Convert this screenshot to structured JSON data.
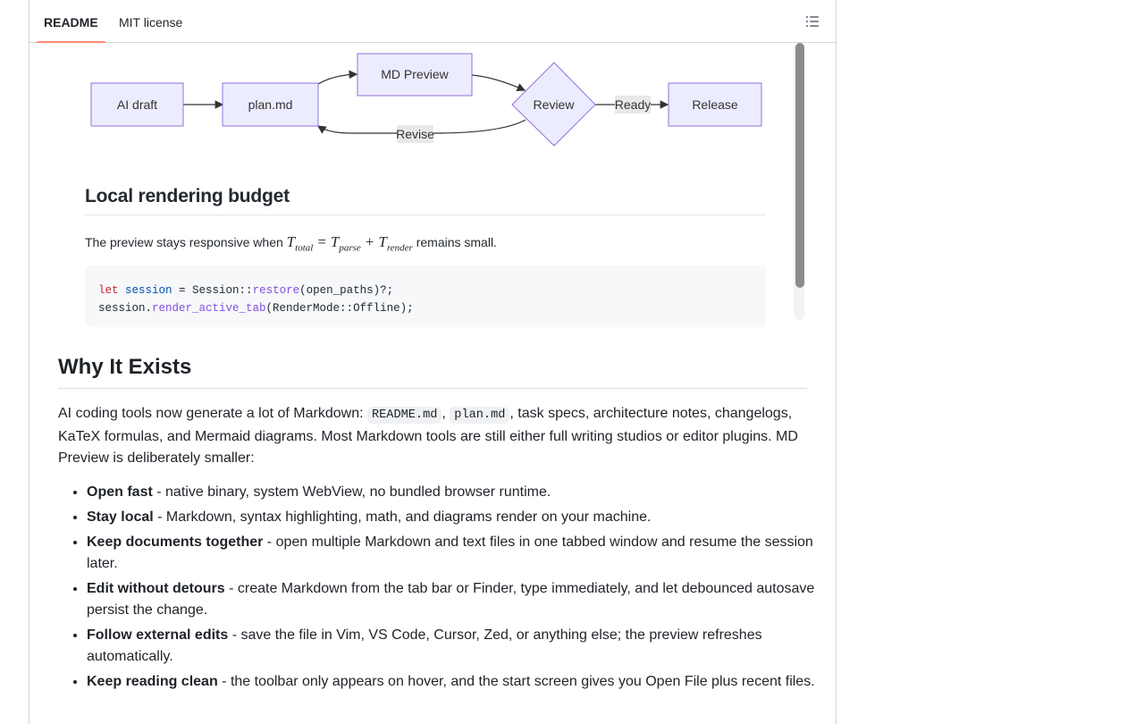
{
  "tabs": [
    {
      "label": "README",
      "active": true
    },
    {
      "label": "MIT license",
      "active": false
    }
  ],
  "toc_icon": "list-unordered-icon",
  "diagram": {
    "nodes": {
      "ai_draft": "AI draft",
      "plan": "plan.md",
      "md_preview": "MD Preview",
      "review": "Review",
      "release": "Release"
    },
    "edges": {
      "revise": "Revise",
      "ready": "Ready"
    }
  },
  "preview": {
    "heading": "Local rendering budget",
    "formula_prefix": "The preview stays responsive when",
    "formula": {
      "t1": "T",
      "s1": "total",
      "eq": "=",
      "t2": "T",
      "s2": "parse",
      "plus": "+",
      "t3": "T",
      "s3": "render"
    },
    "formula_suffix": "remains small.",
    "code": {
      "l1_kw": "let",
      "l1_var": "session",
      "l1_a": " = Session::",
      "l1_fn": "restore",
      "l1_b": "(open_paths)?;",
      "l2_a": "session.",
      "l2_fn": "render_active_tab",
      "l2_b": "(RenderMode::Offline);"
    }
  },
  "section": {
    "heading": "Why It Exists",
    "intro_a": "AI coding tools now generate a lot of Markdown: ",
    "code1": "README.md",
    "sep": ", ",
    "code2": "plan.md",
    "intro_b": ", task specs, architecture notes, changelogs, KaTeX formulas, and Mermaid diagrams. Most Markdown tools are still either full writing studios or editor plugins. MD Preview is deliberately smaller:"
  },
  "features": [
    {
      "title": "Open fast",
      "text": " - native binary, system WebView, no bundled browser runtime."
    },
    {
      "title": "Stay local",
      "text": " - Markdown, syntax highlighting, math, and diagrams render on your machine."
    },
    {
      "title": "Keep documents together",
      "text": " - open multiple Markdown and text files in one tabbed window and resume the session later."
    },
    {
      "title": "Edit without detours",
      "text": " - create Markdown from the tab bar or Finder, type immediately, and let debounced autosave persist the change."
    },
    {
      "title": "Follow external edits",
      "text": " - save the file in Vim, VS Code, Cursor, Zed, or anything else; the preview refreshes automatically."
    },
    {
      "title": "Keep reading clean",
      "text": " - the toolbar only appears on hover, and the start screen gives you Open File plus recent files."
    }
  ]
}
